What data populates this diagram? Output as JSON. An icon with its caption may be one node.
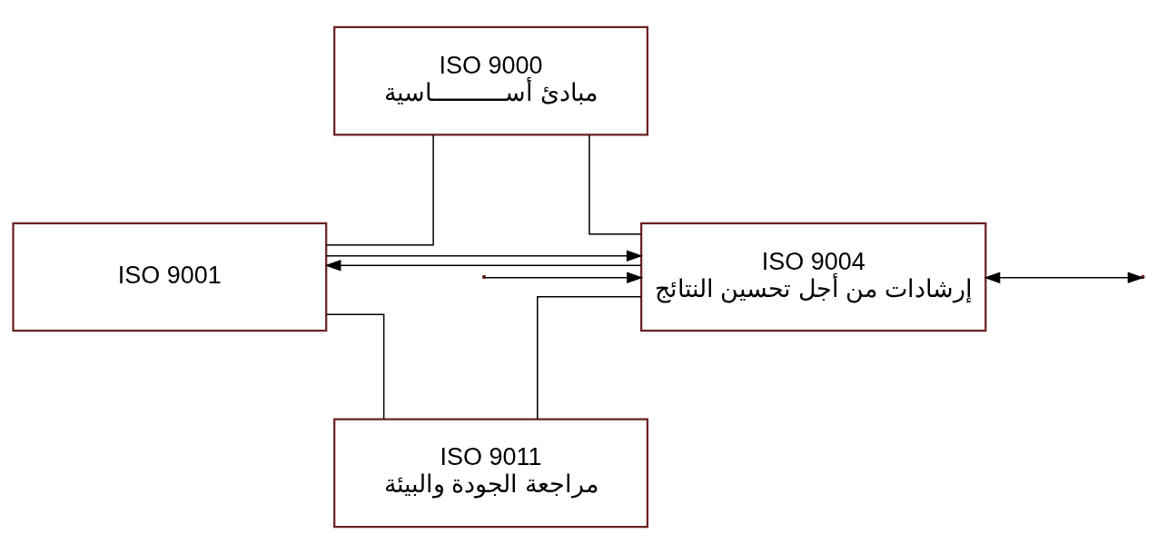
{
  "diagram": {
    "nodes": [
      {
        "text": [
          "ISO 9000",
          "مبادئ أســــــــــاسية"
        ]
      },
      {
        "text": [
          "ISO 9001"
        ]
      },
      {
        "text": [
          "ISO 9004",
          "إرشادات من أجل تحسين النتائج"
        ]
      },
      {
        "text": [
          "ISO 9011",
          "مراجعة الجودة والبيئة"
        ]
      }
    ],
    "edges": [
      {
        "from": 0,
        "to": 1,
        "arrow": "none"
      },
      {
        "from": 0,
        "to": 2,
        "arrow": "none"
      },
      {
        "from": 2,
        "to": 1,
        "arrow": "to"
      },
      {
        "from": 1,
        "to": 2,
        "arrow": "to"
      },
      {
        "from": 1,
        "to": 3,
        "arrow": "none"
      },
      {
        "from": 2,
        "to": 3,
        "arrow": "none"
      },
      {
        "from": null,
        "to": 2,
        "arrow": "to"
      },
      {
        "from": 2,
        "to": null,
        "arrow": "both"
      }
    ]
  }
}
